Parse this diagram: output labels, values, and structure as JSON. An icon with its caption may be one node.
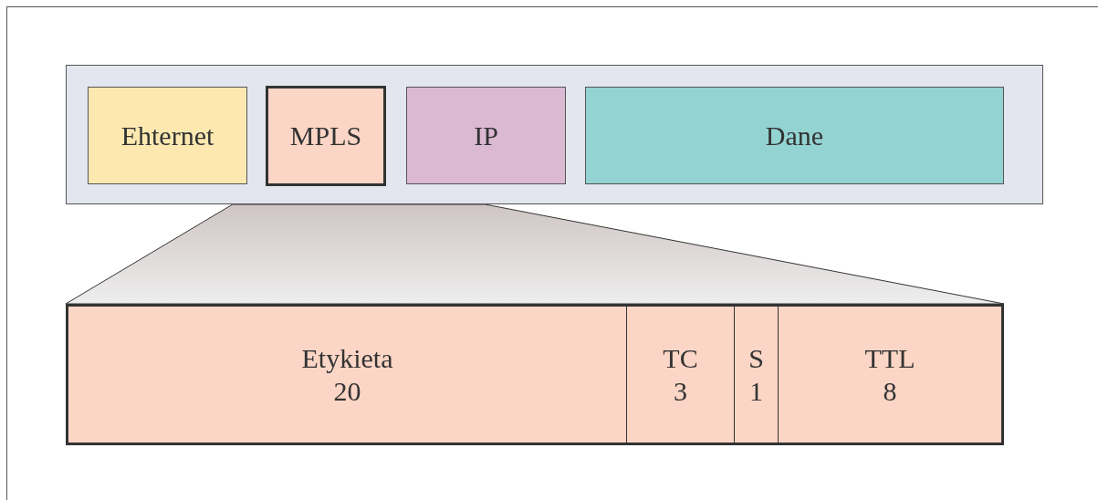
{
  "diagram": {
    "nodes": [
      {
        "text": [],
        "shape": "box"
      },
      {
        "text": [
          "Ehternet"
        ],
        "in": 0
      },
      {
        "text": [
          "MPLS"
        ],
        "in": 0
      },
      {
        "text": [
          "IP"
        ],
        "in": 0
      },
      {
        "text": [
          "Dane"
        ],
        "in": 0
      },
      {
        "text": [],
        "shape": "funnel"
      },
      {
        "text": [],
        "shape": "box"
      },
      {
        "text": [
          "Etykieta",
          "20"
        ],
        "in": 6
      },
      {
        "text": [
          "TC",
          "3"
        ],
        "in": 6
      },
      {
        "text": [
          "S",
          "1"
        ],
        "in": 6
      },
      {
        "text": [
          "TTL",
          "8"
        ],
        "in": 6
      }
    ],
    "edges": []
  }
}
